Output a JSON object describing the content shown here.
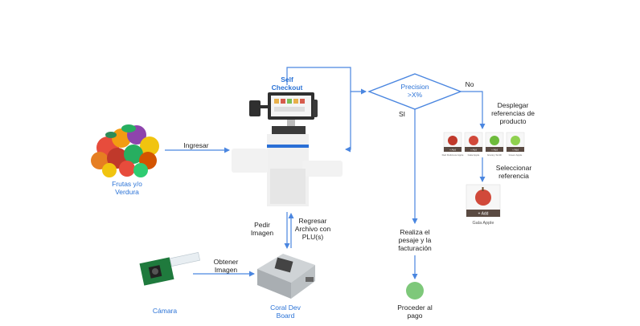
{
  "colors": {
    "arrow": "#4a86e0",
    "label_blue": "#2a72d6",
    "text": "#222222",
    "green_dot": "#7ec87a"
  },
  "nodes": {
    "self_checkout": {
      "line1": "Self",
      "line2": "Checkout"
    },
    "fruits": {
      "line1": "Frutas y/o",
      "line2": "Verdura"
    },
    "camera": {
      "label": "Cámara"
    },
    "coral": {
      "line1": "Coral Dev",
      "line2": "Board"
    },
    "decision": {
      "line1": "Precision",
      "line2": ">X%"
    },
    "payment": {
      "line1": "Proceder al",
      "line2": "pago"
    },
    "gala": {
      "name": "Gala Apple",
      "add": "+ Add"
    }
  },
  "edges": {
    "ingresar": "Ingresar",
    "pedir": {
      "line1": "Pedir",
      "line2": "Imagen"
    },
    "regresar": {
      "line1": "Regresar",
      "line2": "Archivo con",
      "line3": "PLU(s)"
    },
    "obtener": {
      "line1": "Obtener",
      "line2": "Imagen"
    },
    "no": "No",
    "si": "SI",
    "desplegar": {
      "line1": "Desplegar",
      "line2": "referencias de",
      "line3": "producto"
    },
    "seleccionar": {
      "line1": "Seleccionar",
      "line2": "referencia"
    },
    "realiza": {
      "line1": "Realiza el",
      "line2": "pesaje y la",
      "line3": "facturación"
    }
  },
  "apple_cards": [
    {
      "name": "Red Delicious Apple",
      "add": "+ Add",
      "color": "#c0392b"
    },
    {
      "name": "Gala Apple",
      "add": "+ Add",
      "color": "#d1493a"
    },
    {
      "name": "Granny Smith",
      "add": "+ Add",
      "color": "#6dbb3c"
    },
    {
      "name": "Green Apple",
      "add": "+ Add",
      "color": "#8fd14f"
    }
  ]
}
